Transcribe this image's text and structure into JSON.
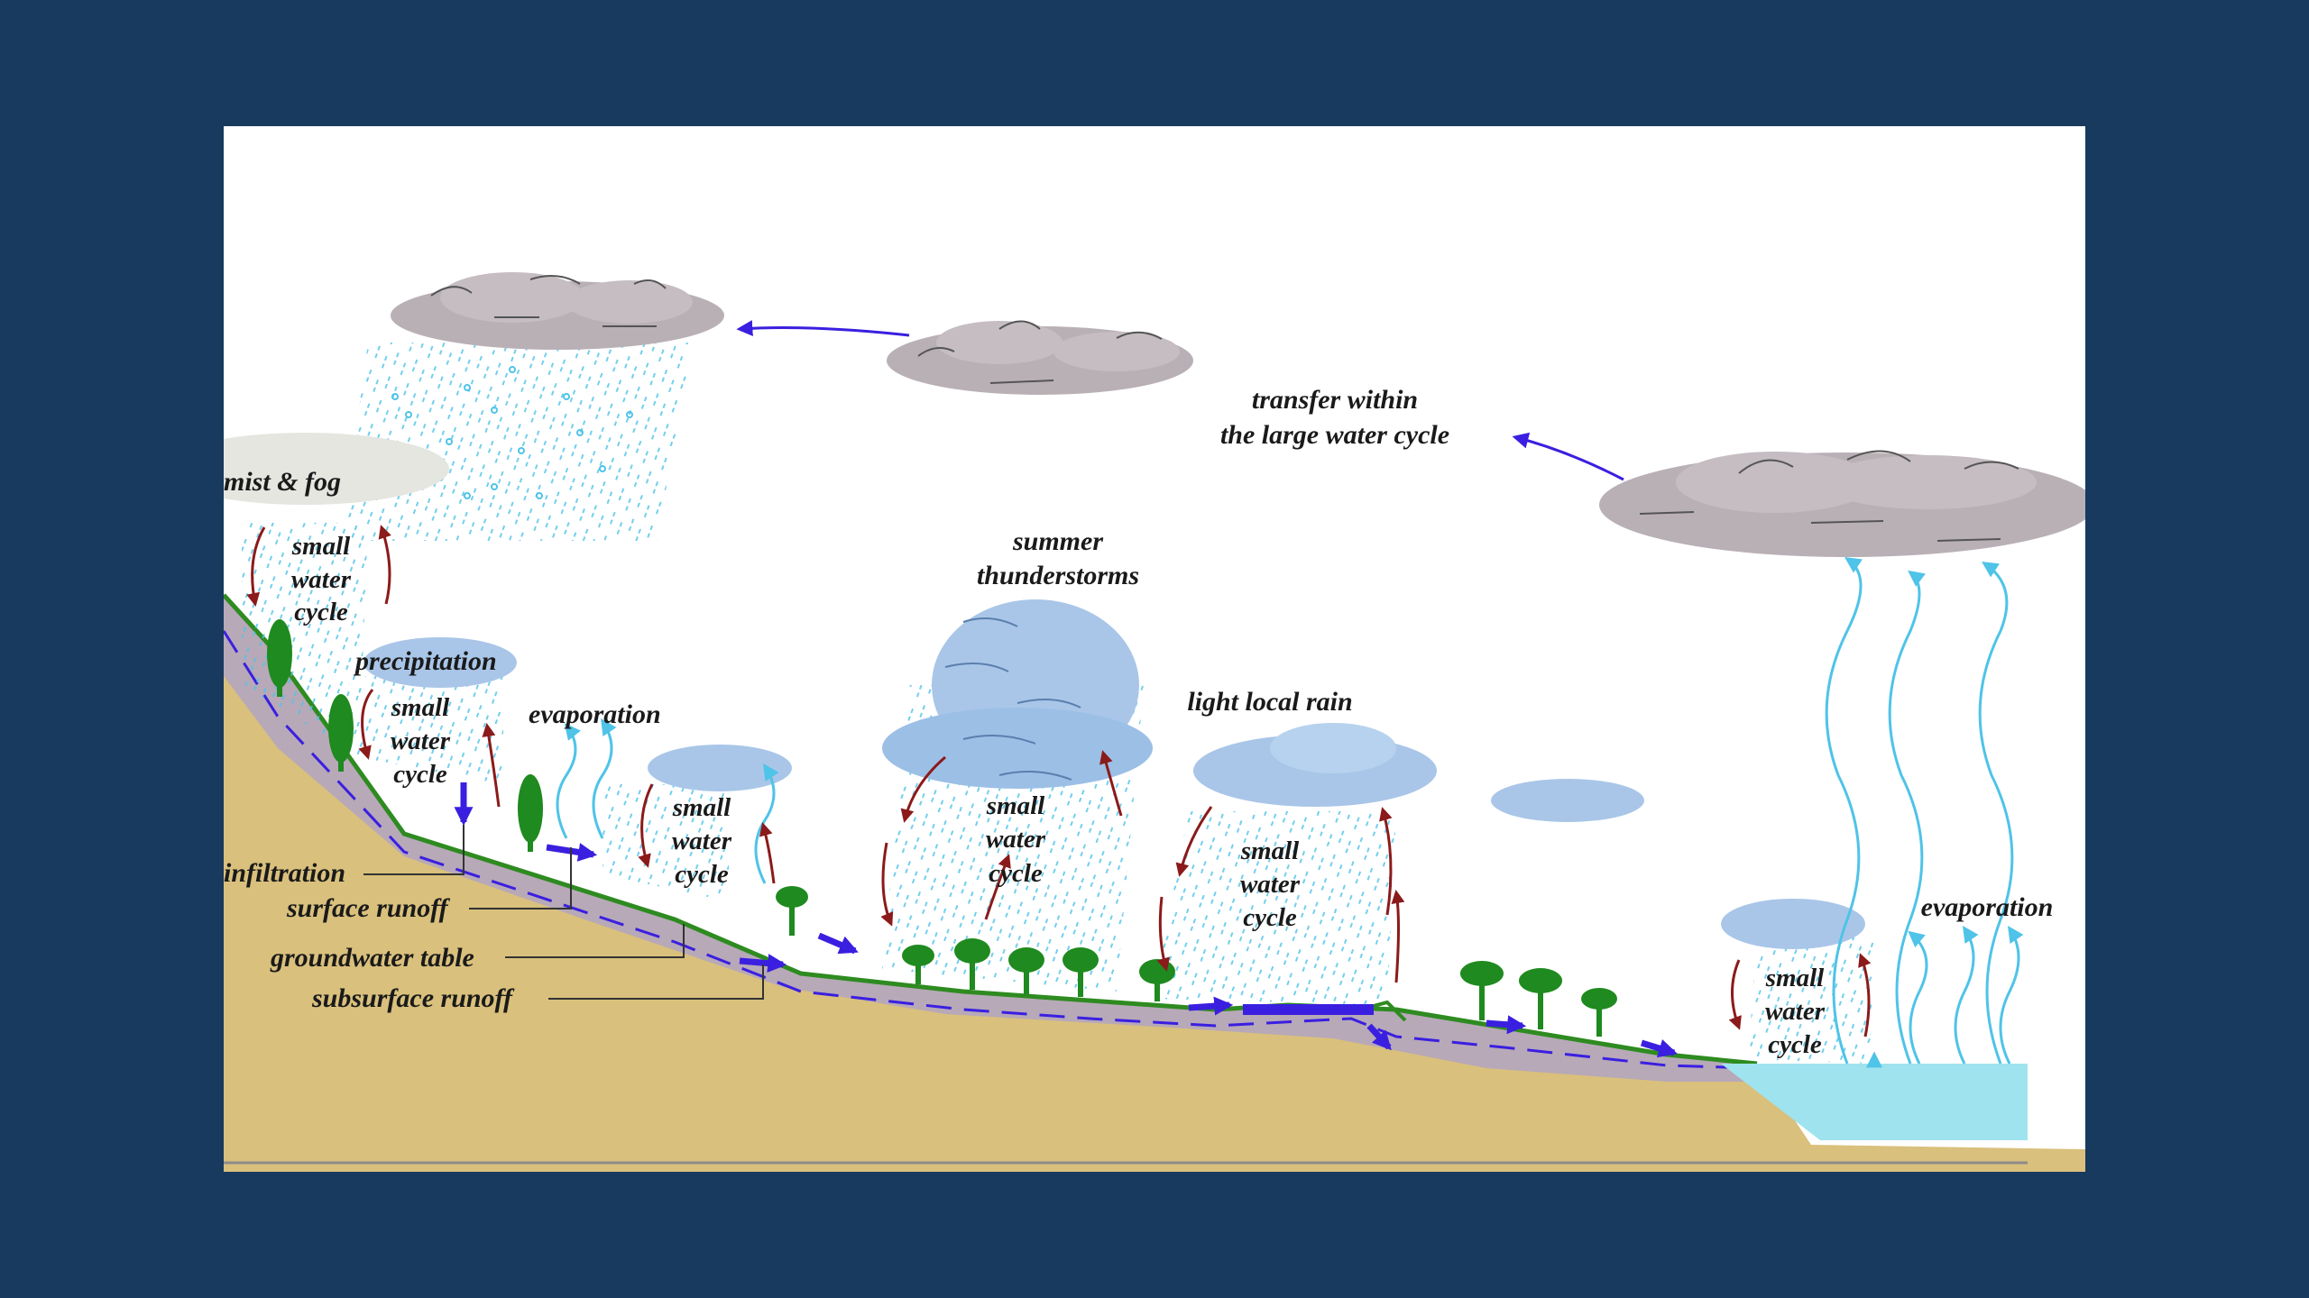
{
  "colors": {
    "background": "#173a5e",
    "panel": "#ffffff",
    "soil": "#d9c07c",
    "groundwater": "#b7a9b8",
    "ground_line": "#2e8b20",
    "cloud_gray": "#b9b0b6",
    "cloud_blue": "#a9c6e8",
    "rain": "#4fc3e8",
    "small_cycle_arrow": "#8b1a1a",
    "flow_arrow": "#3a1fe0",
    "water_body": "#9fe3ee"
  },
  "labels": {
    "mist_fog": "mist & fog",
    "small_water_cycle_1": [
      "small",
      "water",
      "cycle"
    ],
    "precipitation": "precipitation",
    "small_water_cycle_2": [
      "small",
      "water",
      "cycle"
    ],
    "evaporation_left": "evaporation",
    "small_water_cycle_3": [
      "small",
      "water",
      "cycle"
    ],
    "summer_thunderstorms": [
      "summer",
      "thunderstorms"
    ],
    "small_water_cycle_4": [
      "small",
      "water",
      "cycle"
    ],
    "light_local_rain": "light local rain",
    "small_water_cycle_5": [
      "small",
      "water",
      "cycle"
    ],
    "transfer": [
      "transfer within",
      "the large water cycle"
    ],
    "small_water_cycle_6": [
      "small",
      "water",
      "cycle"
    ],
    "evaporation_right": "evaporation",
    "infiltration": "infiltration",
    "surface_runoff": "surface runoff",
    "groundwater_table": "groundwater table",
    "subsurface_runoff": "subsurface runoff"
  },
  "icons": [
    "cloud-icon",
    "tree-icon",
    "rain-icon",
    "arrow-icon"
  ]
}
